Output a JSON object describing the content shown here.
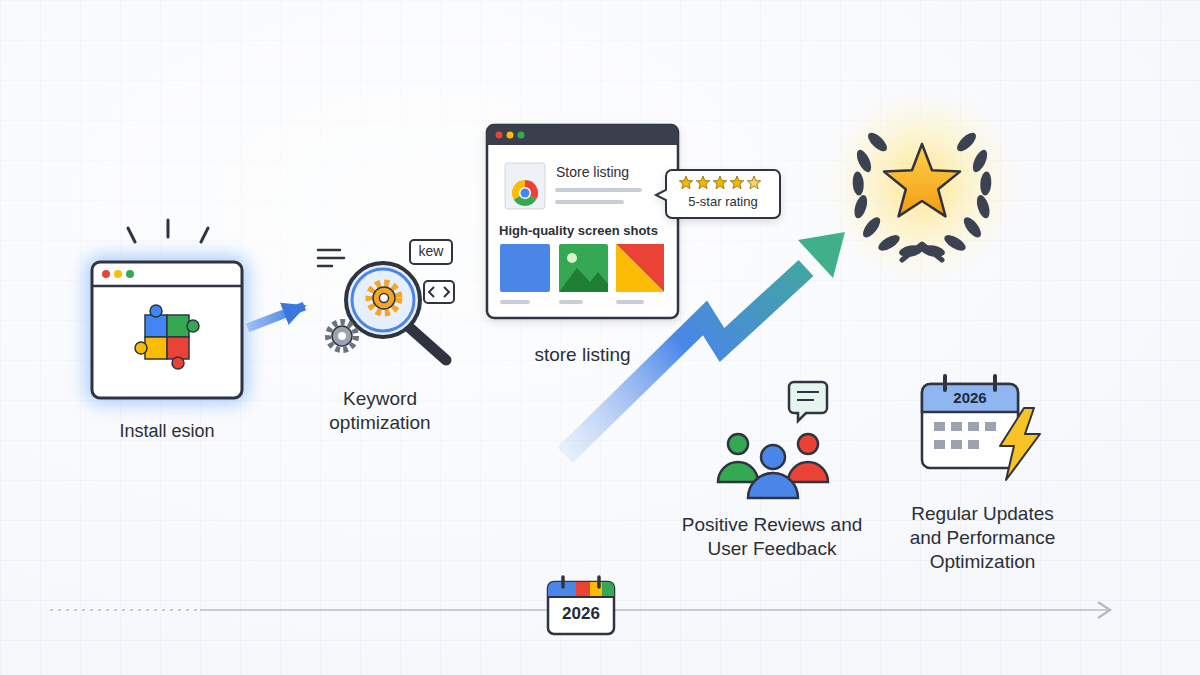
{
  "diagram": {
    "nodes": [
      {
        "text": [
          "Install esion"
        ]
      },
      {
        "text": [
          "Keyword optimization"
        ]
      },
      {
        "text": [
          "Store listing",
          "High-quality screen shots",
          "store listing"
        ]
      },
      {
        "text": [
          "5-star rating"
        ]
      },
      {
        "text": [
          "2026",
          "Regular Updates and Performance Optimization"
        ]
      },
      {
        "text": [
          "2026"
        ]
      }
    ],
    "edges": [
      {
        "from": 0,
        "to": 1,
        "arrow": "to"
      }
    ],
    "labels": [
      "kew",
      "Positive Reviews and User Feedback"
    ]
  }
}
